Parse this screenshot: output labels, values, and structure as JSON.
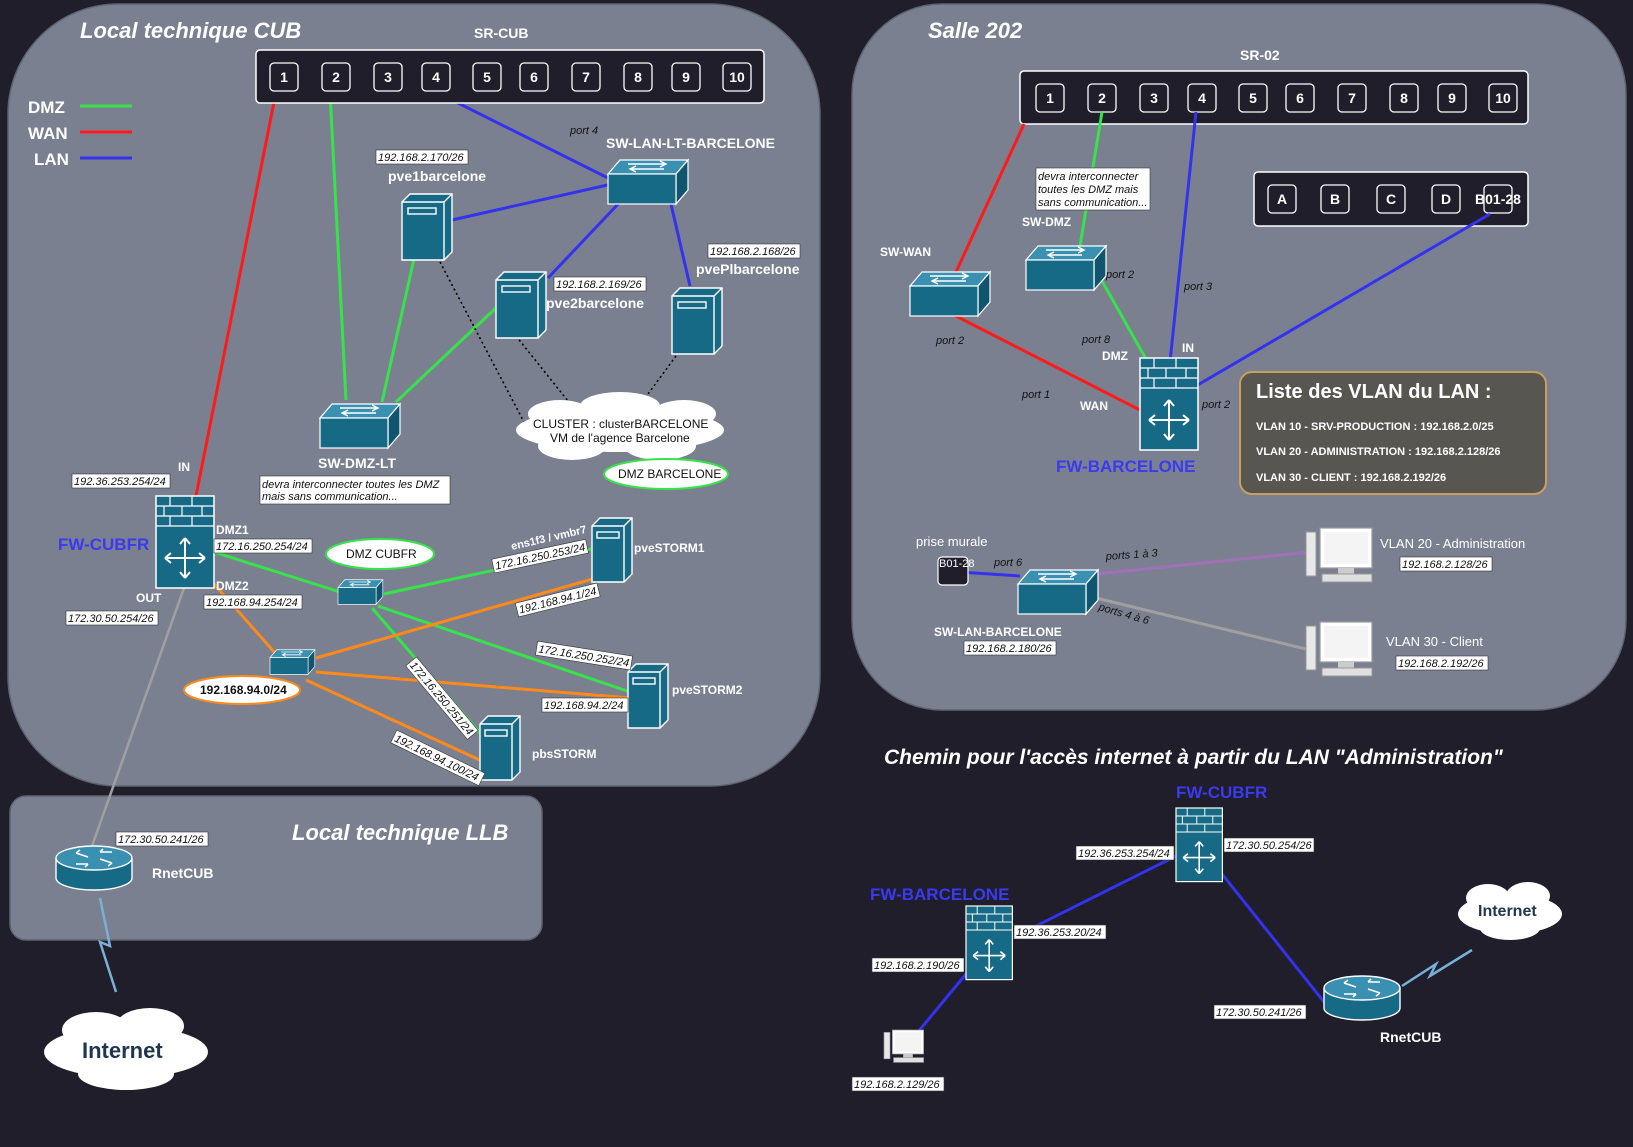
{
  "rooms": {
    "cub": {
      "title": "Local technique CUB"
    },
    "salle": {
      "title": "Salle 202"
    },
    "llb": {
      "title": "Local technique LLB"
    }
  },
  "legend": [
    {
      "label": "DMZ",
      "color": "#37e34a"
    },
    {
      "label": "WAN",
      "color": "#ff1a1a"
    },
    {
      "label": "LAN",
      "color": "#3333ee"
    }
  ],
  "sr_cub": {
    "name": "SR-CUB",
    "ports": [
      "1",
      "2",
      "3",
      "4",
      "5",
      "6",
      "7",
      "8",
      "9",
      "10"
    ]
  },
  "sr_02": {
    "name": "SR-02",
    "ports": [
      "1",
      "2",
      "3",
      "4",
      "5",
      "6",
      "7",
      "8",
      "9",
      "10"
    ],
    "extra_ports": [
      "A",
      "B",
      "C",
      "D",
      "B01-28"
    ]
  },
  "cub_devices": {
    "sw_lan_lt": {
      "name": "SW-LAN-LT-BARCELONE",
      "port": "port 4"
    },
    "pve1": {
      "name": "pve1barcelone",
      "ip": "192.168.2.170/26"
    },
    "pve2": {
      "name": "pve2barcelone",
      "ip": "192.168.2.169/26"
    },
    "pvepl": {
      "name": "pvePlbarcelone",
      "ip": "192.168.2.168/26"
    },
    "sw_dmz_lt": {
      "name": "SW-DMZ-LT",
      "note_1": "devra interconnecter toutes les DMZ",
      "note_2": "mais sans communication..."
    },
    "cluster": {
      "line1": "CLUSTER : clusterBARCELONE",
      "line2": "VM de l'agence Barcelone"
    },
    "dmz_barcelone": "DMZ BARCELONE",
    "fw_cubfr": {
      "name": "FW-CUBFR",
      "in": "IN",
      "out": "OUT",
      "dmz1": "DMZ1",
      "dmz2": "DMZ2",
      "ip_in": "192.36.253.254/24",
      "ip_dmz1": "172.16.250.254/24",
      "ip_dmz2": "192.168.94.254/24",
      "ip_out": "172.30.50.254/26"
    },
    "dmz_cubfr": "DMZ CUBFR",
    "net_94": "192.168.94.0/24",
    "pvestorm1": {
      "name": "pveSTORM1",
      "ip_a": "ens1f3 / vmbr7",
      "ip_b": "172.16.250.253/24",
      "ip_c": "192.168.94.1/24"
    },
    "pvestorm2": {
      "name": "pveSTORM2",
      "ip_a": "172.16.250.252/24",
      "ip_b": "192.168.94.2/24"
    },
    "pbsstorm": {
      "name": "pbsSTORM",
      "ip_a": "172.16.250.251/24",
      "ip_b": "192.168.94.100/24"
    }
  },
  "llb_devices": {
    "rnetcub": {
      "name": "RnetCUB",
      "ip": "172.30.50.241/26"
    },
    "internet": "Internet"
  },
  "salle_devices": {
    "sw_wan": {
      "name": "SW-WAN",
      "port": "port 2"
    },
    "sw_dmz": {
      "name": "SW-DMZ",
      "port": "port 2",
      "note_1": "devra interconnecter",
      "note_2": "toutes les DMZ mais",
      "note_3": "sans communication..."
    },
    "fw_barcelone": {
      "name": "FW-BARCELONE",
      "in": "IN",
      "dmz": "DMZ",
      "wan": "WAN",
      "port_1": "port 1",
      "port_2": "port 2",
      "port_3": "port 3",
      "port_8": "port 8"
    },
    "prise": {
      "name": "prise murale",
      "port": "B01-28"
    },
    "sw_lan_barcelone": {
      "name": "SW-LAN-BARCELONE",
      "ip": "192.168.2.180/26",
      "port_6": "port 6",
      "ports_1_3": "ports 1 à 3",
      "ports_4_6": "ports 4 à 6"
    },
    "vlan20": {
      "name": "VLAN 20 - Administration",
      "ip": "192.168.2.128/26"
    },
    "vlan30": {
      "name": "VLAN 30 - Client",
      "ip": "192.168.2.192/26"
    }
  },
  "vlan_list": {
    "title": "Liste des VLAN du LAN :",
    "items": [
      "VLAN 10 - SRV-PRODUCTION : 192.168.2.0/25",
      "VLAN 20 - ADMINISTRATION : 192.168.2.128/26",
      "VLAN 30 - CLIENT : 192.168.2.192/26"
    ]
  },
  "path": {
    "title": "Chemin pour l'accès internet à partir du LAN \"Administration\"",
    "fw_cubfr": {
      "name": "FW-CUBFR",
      "ip_left": "192.36.253.254/24",
      "ip_right": "172.30.50.254/26"
    },
    "fw_barcelone": {
      "name": "FW-BARCELONE",
      "ip_right": "192.36.253.20/24",
      "ip_left": "192.168.2.190/26"
    },
    "pc": {
      "ip": "192.168.2.129/26"
    },
    "rnetcub": {
      "name": "RnetCUB",
      "ip": "172.30.50.241/26"
    },
    "internet": "Internet"
  },
  "colors": {
    "dmz": "#37e34a",
    "wan": "#ff1a1a",
    "lan": "#3333ee",
    "orange": "#ff8a1a",
    "gray": "#a0a0a0",
    "purple": "#a070b8",
    "device": "#176a86"
  }
}
